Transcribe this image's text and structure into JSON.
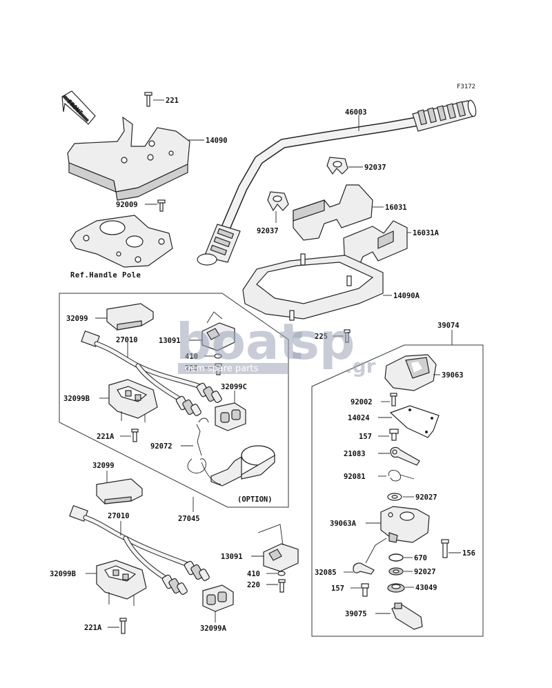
{
  "figure_code": "F3172",
  "front_label": "FRONT",
  "ref_label": "Ref.Handle Pole",
  "option_label": "(OPTION)",
  "watermark": {
    "brand_a": "boat",
    "brand_b": "sp",
    "suffix": ".gr",
    "tagline": "oem spare parts"
  },
  "parts": {
    "p221": "221",
    "p14090": "14090",
    "p46003": "46003",
    "p92037a": "92037",
    "p92037b": "92037",
    "p16031": "16031",
    "p16031A": "16031A",
    "p92009": "92009",
    "p14090A": "14090A",
    "p32099": "32099",
    "p27010": "27010",
    "p13091": "13091",
    "p410": "410",
    "p220": "220",
    "p32099C": "32099C",
    "p32099B": "32099B",
    "p221A": "221A",
    "p92072": "92072",
    "p27045": "27045",
    "p225": "225",
    "p39074": "39074",
    "p39063": "39063",
    "p92002": "92002",
    "p14024": "14024",
    "p157": "157",
    "p21083": "21083",
    "p92081": "92081",
    "p92027": "92027",
    "p39063A": "39063A",
    "p156": "156",
    "p670": "670",
    "p32085": "32085",
    "p92027b": "92027",
    "p157b": "157",
    "p43049": "43049",
    "p39075": "39075",
    "p32099_2": "32099",
    "p27010_2": "27010",
    "p13091_2": "13091",
    "p410_2": "410",
    "p220_2": "220",
    "p32099B_2": "32099B",
    "p221A_2": "221A",
    "p32099A": "32099A"
  }
}
